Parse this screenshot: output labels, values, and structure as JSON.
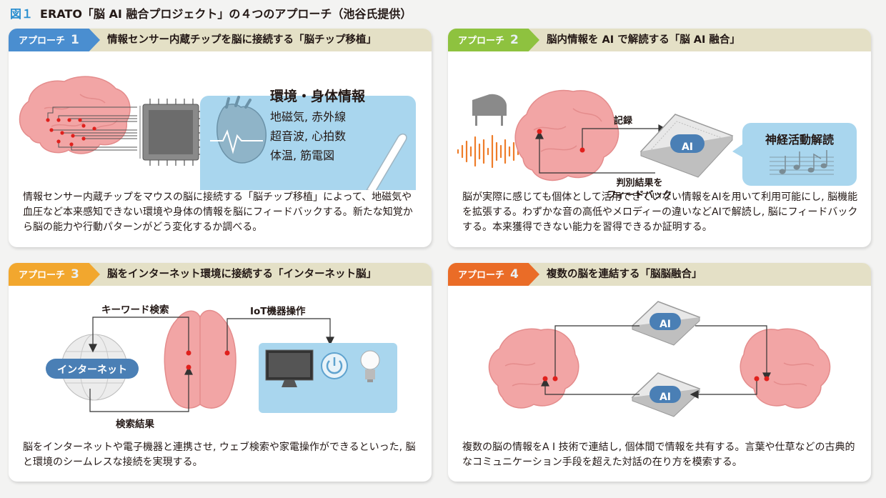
{
  "figure": {
    "number": "図１",
    "title": "ERATO「脳 AI 融合プロジェクト」の４つのアプローチ（池谷氏提供）"
  },
  "panels": [
    {
      "tag": "アプローチ",
      "num": "1",
      "title": "情報センサー内蔵チップを脳に接続する「脳チップ移植」",
      "bubble_title": "環境・身体情報",
      "bubble_lines": [
        "地磁気, 赤外線",
        "超音波, 心拍数",
        "体温, 筋電図"
      ],
      "desc": "情報センサー内蔵チップをマウスの脳に接続する「脳チップ移植」によって、地磁気や血圧など本来感知できない環境や身体の情報を脳にフィードバックする。新たな知覚から脳の能力や行動パターンがどう変化するか調べる。"
    },
    {
      "tag": "アプローチ",
      "num": "2",
      "title": "脳内情報を AI で解読する「脳 AI 融合」",
      "record": "記録",
      "ai": "AI",
      "feedback_lines": [
        "判別結果を",
        "フィードバック"
      ],
      "bubble_title": "神経活動解読",
      "desc": "脳が実際に感じても個体として活用できていない情報をAIを用いて利用可能にし, 脳機能を拡張する。わずかな音の高低やメロディーの違いなどAIで解読し, 脳にフィードバックする。本来獲得できない能力を習得できるか証明する。"
    },
    {
      "tag": "アプローチ",
      "num": "3",
      "title": "脳をインターネット環境に接続する「インターネット脳」",
      "keyword": "キーワード検索",
      "iot": "IoT機器操作",
      "internet": "インターネット",
      "result": "検索結果",
      "desc": "脳をインターネットや電子機器と連携させ, ウェブ検索や家電操作ができるといった, 脳と環境のシームレスな接続を実現する。"
    },
    {
      "tag": "アプローチ",
      "num": "4",
      "title": "複数の脳を連結する「脳脳融合」",
      "ai_top": "AI",
      "ai_bottom": "AI",
      "desc": "複数の脳の情報をA I 技術で連結し, 個体間で情報を共有する。言葉や仕草などの古典的なコミュニケーション手段を超えた対話の在り方を模索する。"
    }
  ],
  "colors": {
    "blue": "#4a8ed0",
    "green": "#8ec23f",
    "yellow": "#f2a72e",
    "orange": "#ea6c27",
    "brain": "#f2a5a5",
    "node": "#e0201c",
    "bubble": "#a9d6ee"
  },
  "icons": [
    "brain-icon",
    "chip-icon",
    "heart-icon",
    "thermometer-icon",
    "piano-icon",
    "soundwave-icon",
    "music-notes-icon",
    "globe-icon",
    "tv-icon",
    "power-icon",
    "lightbulb-icon"
  ]
}
